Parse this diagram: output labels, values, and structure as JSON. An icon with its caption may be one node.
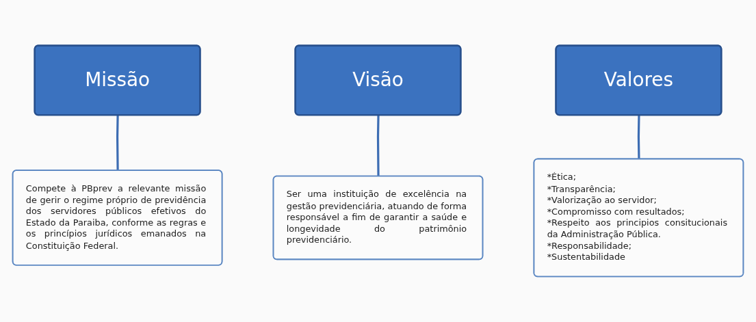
{
  "diagram": {
    "nodes": [
      {
        "text": [
          "Missão"
        ]
      },
      {
        "text": [
          "Compete à PBprev a relevante missão de gerir o regime próprio de previdência dos servidores públicos efetivos do Estado da Paraiba, conforme as regras e os princípios jurídicos emanados na Constituição Federal."
        ]
      },
      {
        "text": [
          "Visão"
        ]
      },
      {
        "text": [
          "Ser uma instituição de excelência na gestão previdenciária, atuando de forma responsável a fim de garantir a saúde e longevidade do patrimônio previdenciário."
        ]
      },
      {
        "text": [
          "Valores"
        ]
      },
      {
        "text": [
          "*Ética;",
          "*Transparência;",
          "*Valorização ao servidor;",
          "*Compromisso com resultados;",
          "*Respeito aos principios consitucionais da Administração Pública.",
          "*Responsabilidade;",
          "*Sustentabilidade"
        ]
      }
    ],
    "edges": [
      {
        "from": 0,
        "to": 1,
        "arrow": "none"
      },
      {
        "from": 2,
        "to": 3,
        "arrow": "none"
      },
      {
        "from": 4,
        "to": 5,
        "arrow": "none"
      }
    ]
  }
}
